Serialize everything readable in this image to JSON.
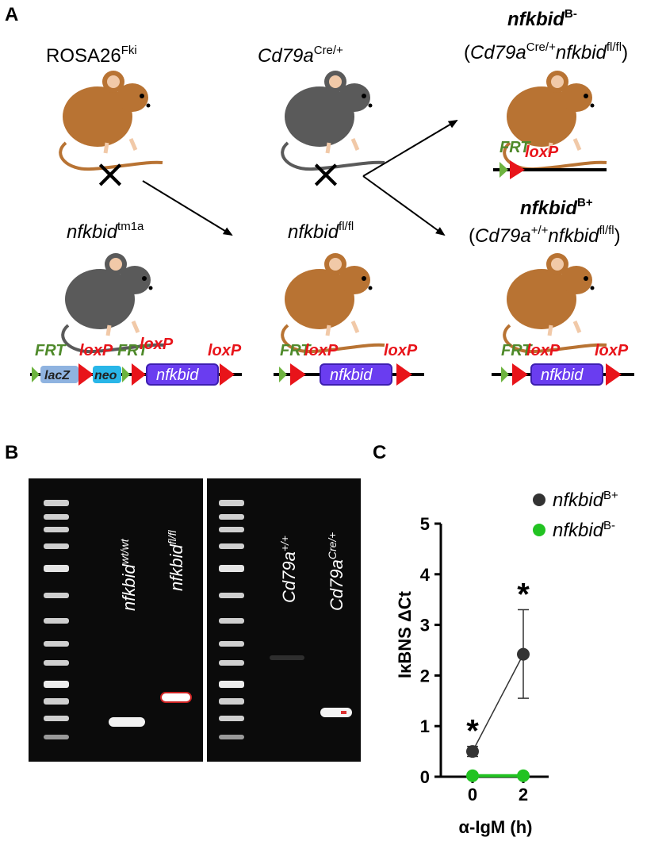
{
  "panels": {
    "a": "A",
    "b": "B",
    "c": "C"
  },
  "panel_a": {
    "rosa": {
      "base": "ROSA26",
      "sup": "Fki"
    },
    "cd79a_parent": {
      "base": "Cd79a",
      "sup": "Cre/+"
    },
    "tm1a": {
      "base": "nfkbid",
      "sup": "tm1a"
    },
    "flfl": {
      "base": "nfkbid",
      "sup": "fl/fl"
    },
    "bminus_title": {
      "base": "nfkbid",
      "sup": "B-"
    },
    "bminus_geno": {
      "open": "(",
      "base1": "Cd79a",
      "sup1": "Cre/+",
      "base2": "nfkbid",
      "sup2": "fl/fl",
      "close": ")"
    },
    "bplus_title": {
      "base": "nfkbid",
      "sup": "B+"
    },
    "bplus_geno": {
      "open": "(",
      "base1": "Cd79a",
      "sup1": "+/+",
      "base2": "nfkbid",
      "sup2": "fl/fl",
      "close": ")"
    },
    "cross": "×",
    "frt": "FRT",
    "loxp": "loxP",
    "lacz": "lacZ",
    "neo": "neo",
    "gene": "nfkbid",
    "colors": {
      "frt": "#4f8a2b",
      "loxp": "#e8141a",
      "gene_box": "#6a3df0",
      "lacz_box": "#8fb3e0",
      "neo_box": "#29b6e8",
      "mouse_brown": "#b87333",
      "mouse_gray": "#5a5a5a"
    }
  },
  "panel_b": {
    "lanes_left": [
      {
        "base": "nfkbid",
        "sup": "wt/wt"
      },
      {
        "base": "nfkbid",
        "sup": "fl/fl"
      }
    ],
    "lanes_right": [
      {
        "base": "Cd79a",
        "sup": "+/+"
      },
      {
        "base": "Cd79a",
        "sup": "Cre/+"
      }
    ]
  },
  "chart_data": {
    "type": "line",
    "xlabel": "α-IgM (h)",
    "ylabel": "IκBNS ΔCt",
    "x": [
      0,
      2
    ],
    "ylim": [
      0,
      5
    ],
    "yticks": [
      0,
      1,
      2,
      3,
      4,
      5
    ],
    "series": [
      {
        "name": "nfkbid B+",
        "name_base": "nfkbid",
        "name_sup": "B+",
        "color": "#333333",
        "values": [
          0.5,
          2.42
        ],
        "err_low": [
          0.4,
          1.55
        ],
        "err_high": [
          0.6,
          3.3
        ]
      },
      {
        "name": "nfkbid B-",
        "name_base": "nfkbid",
        "name_sup": "B-",
        "color": "#22c322",
        "values": [
          0.02,
          0.02
        ]
      }
    ],
    "annotations": [
      "*",
      "*"
    ],
    "legend": "top-right"
  }
}
